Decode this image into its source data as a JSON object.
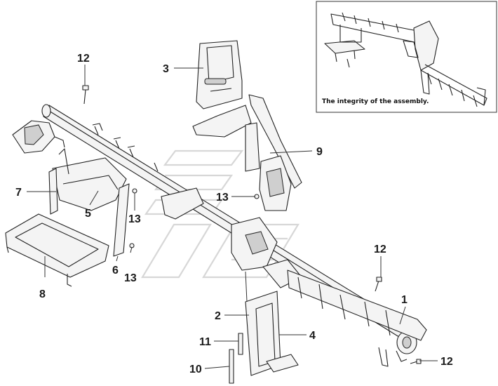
{
  "diagram": {
    "inset_note": "The integrity of the assembly.",
    "callouts": [
      {
        "id": "12a",
        "label": "12"
      },
      {
        "id": "3",
        "label": "3"
      },
      {
        "id": "9",
        "label": "9"
      },
      {
        "id": "7",
        "label": "7"
      },
      {
        "id": "13a",
        "label": "13"
      },
      {
        "id": "5",
        "label": "5"
      },
      {
        "id": "13b",
        "label": "13"
      },
      {
        "id": "6",
        "label": "6"
      },
      {
        "id": "8",
        "label": "8"
      },
      {
        "id": "13c",
        "label": "13"
      },
      {
        "id": "12b",
        "label": "12"
      },
      {
        "id": "1",
        "label": "1"
      },
      {
        "id": "2",
        "label": "2"
      },
      {
        "id": "4",
        "label": "4"
      },
      {
        "id": "11",
        "label": "11"
      },
      {
        "id": "10",
        "label": "10"
      },
      {
        "id": "12c",
        "label": "12"
      }
    ]
  }
}
